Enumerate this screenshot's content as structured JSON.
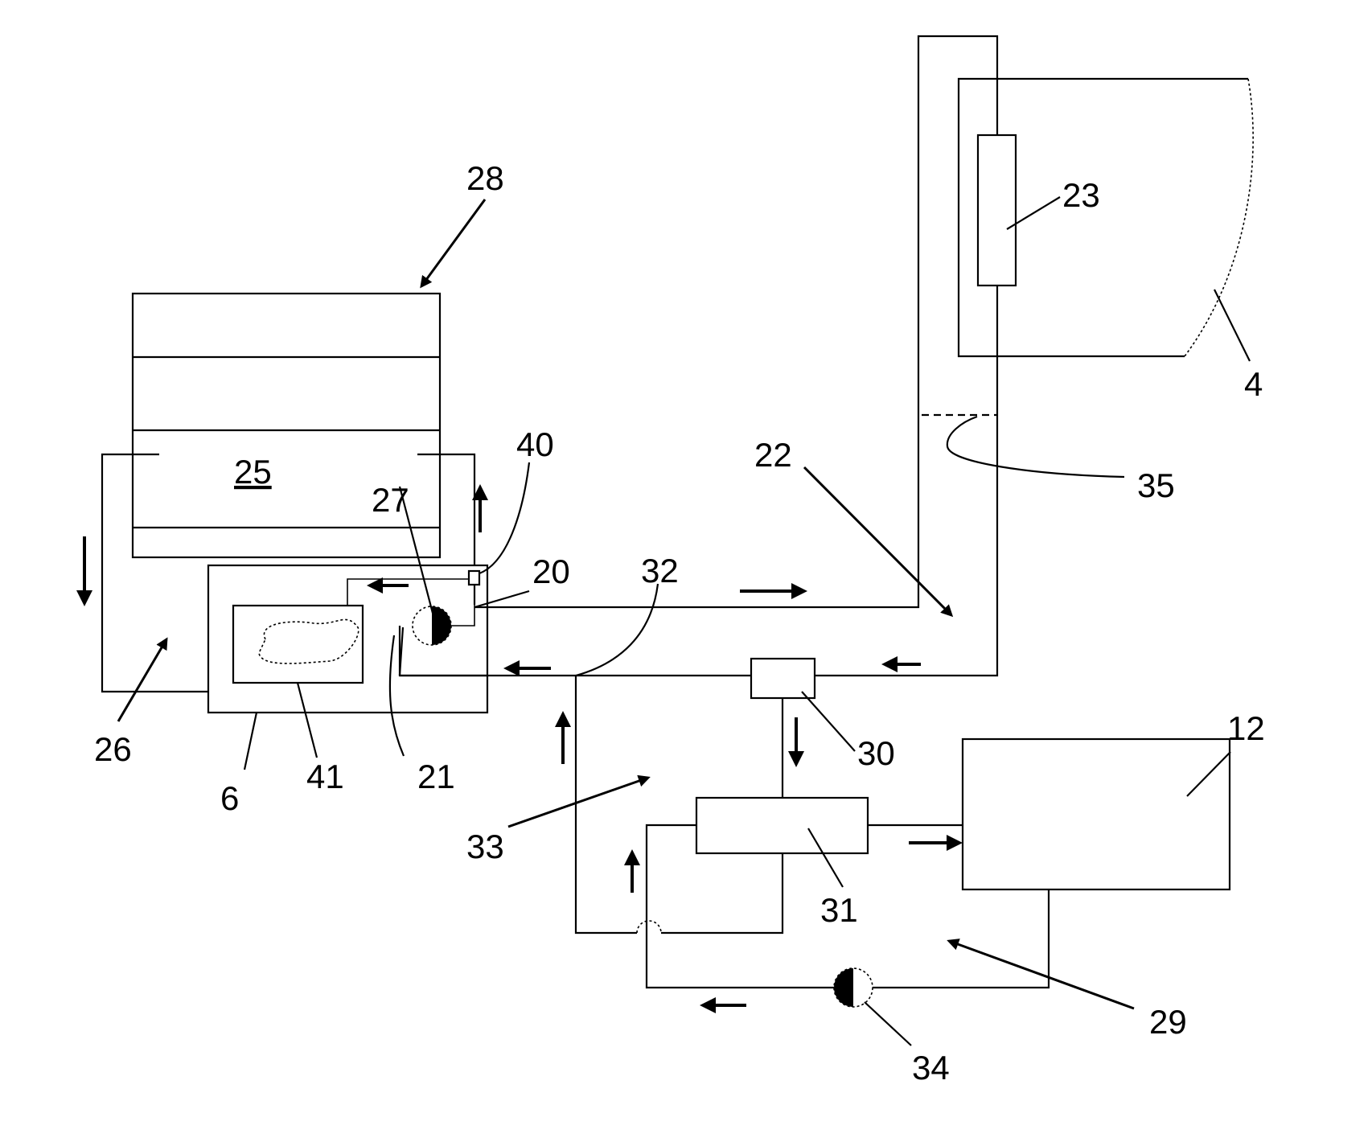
{
  "colors": {
    "line": "#000000",
    "background": "#ffffff",
    "pump_fill": "#000000"
  },
  "icons": [
    "arrow-icon",
    "pump-icon"
  ],
  "labels": {
    "l28": "28",
    "l25": "25",
    "l40": "40",
    "l27": "27",
    "l20": "20",
    "l32": "32",
    "l22": "22",
    "l23": "23",
    "l4": "4",
    "l35": "35",
    "l26": "26",
    "l6": "6",
    "l41": "41",
    "l21": "21",
    "l30": "30",
    "l12": "12",
    "l33": "33",
    "l31": "31",
    "l29": "29",
    "l34": "34"
  }
}
